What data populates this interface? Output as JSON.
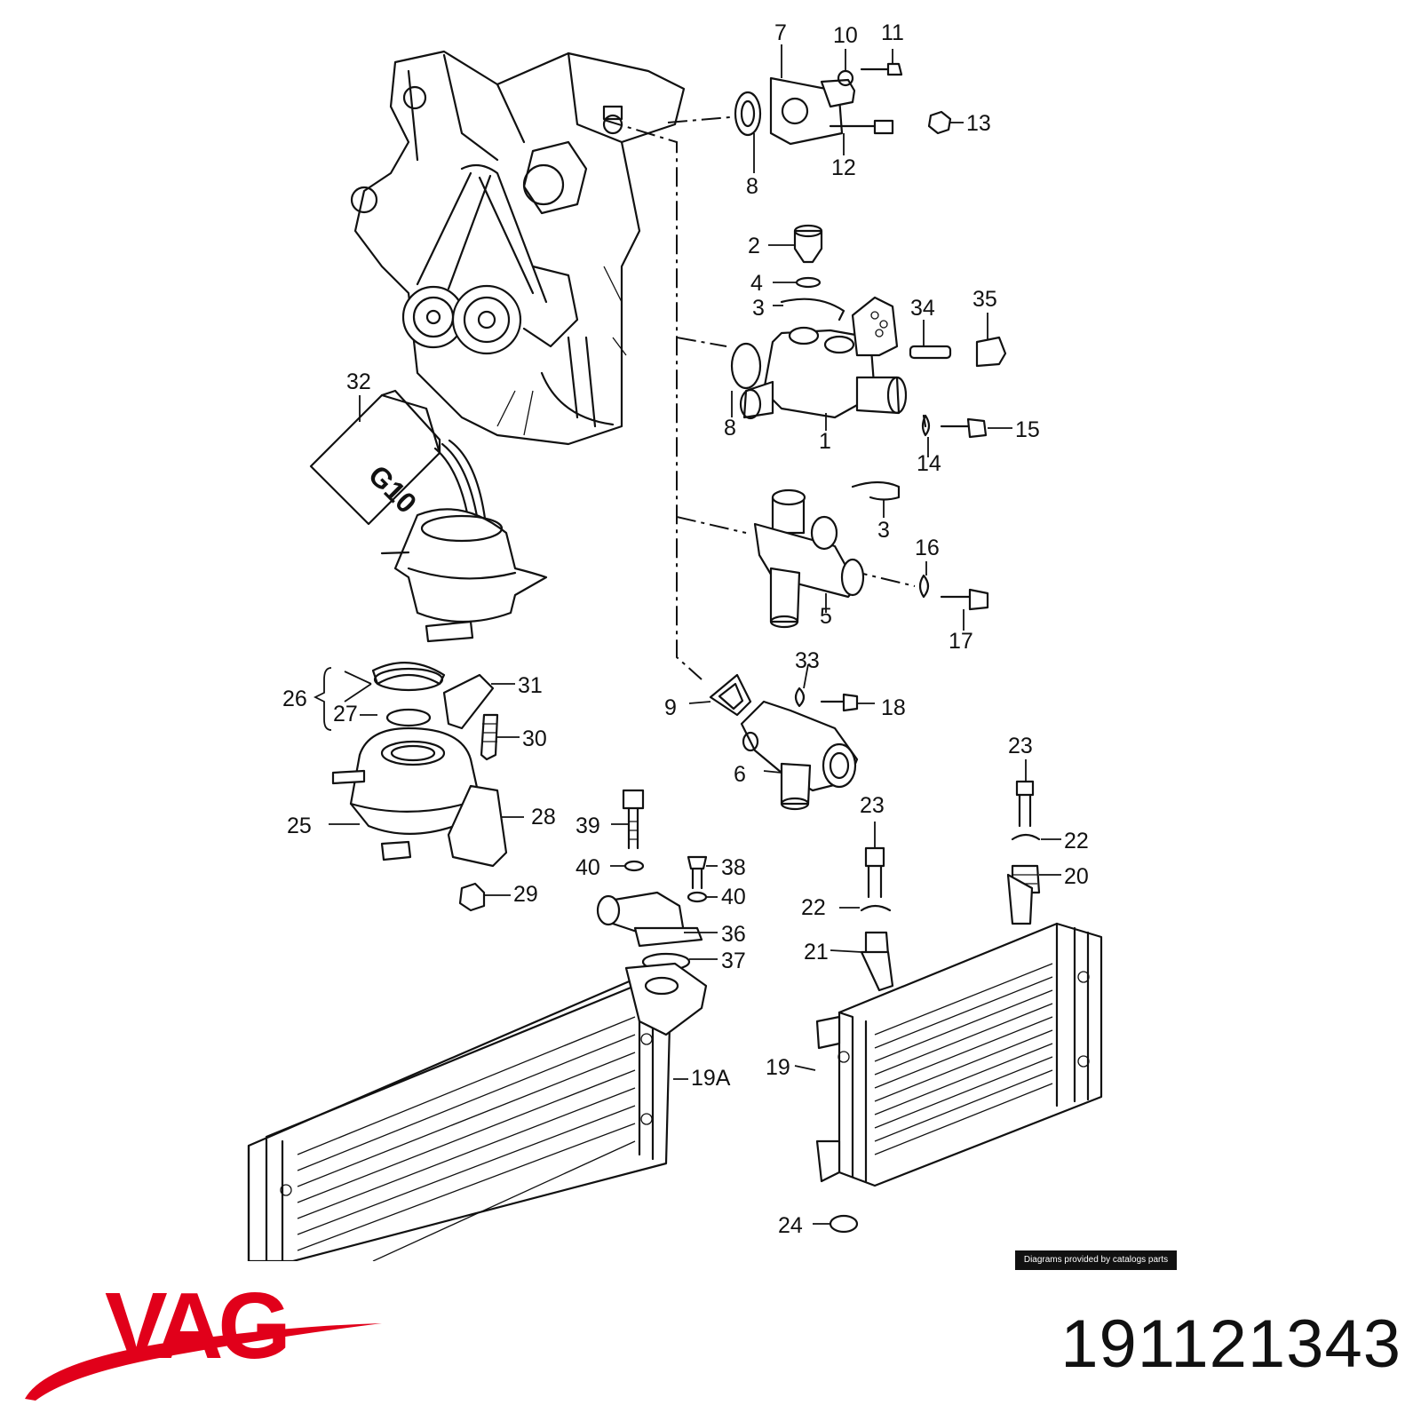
{
  "brand": {
    "name": "VAG",
    "color": "#e1001a"
  },
  "part_number": "191121343",
  "credit": "Diagrams provided by catalogs parts",
  "callouts": {
    "c1": "1",
    "c2": "2",
    "c3a": "3",
    "c3b": "3",
    "c4": "4",
    "c5": "5",
    "c6": "6",
    "c7": "7",
    "c8a": "8",
    "c8b": "8",
    "c9": "9",
    "c10": "10",
    "c11": "11",
    "c12": "12",
    "c13": "13",
    "c14": "14",
    "c15": "15",
    "c16": "16",
    "c17": "17",
    "c18": "18",
    "c19": "19",
    "c19a": "19A",
    "c20": "20",
    "c21": "21",
    "c22a": "22",
    "c22b": "22",
    "c23a": "23",
    "c23b": "23",
    "c24": "24",
    "c25": "25",
    "c26": "26",
    "c27": "27",
    "c28": "28",
    "c29": "29",
    "c30": "30",
    "c31": "31",
    "c32": "32",
    "c33": "33",
    "c34": "34",
    "c35": "35",
    "c36": "36",
    "c37": "37",
    "c38": "38",
    "c39": "39",
    "c40a": "40",
    "c40b": "40"
  },
  "coolant_can_label": "G10"
}
